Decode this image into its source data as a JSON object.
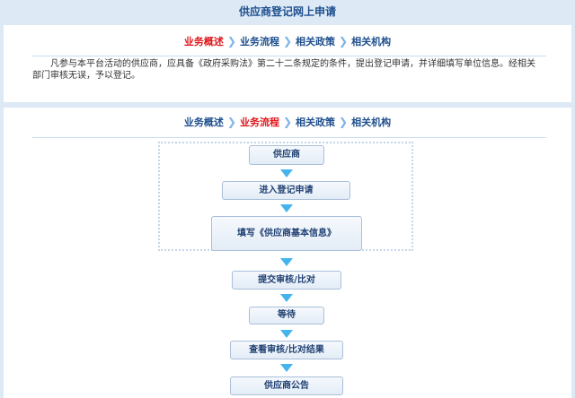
{
  "title": "供应商登记网上申请",
  "tabs": [
    "业务概述",
    "业务流程",
    "相关政策",
    "相关机构"
  ],
  "intro": "凡参与本平台活动的供应商，应具备《政府采购法》第二十二条规定的条件，提出登记申请，并详细填写单位信息。经相关部门审核无误，予以登记。",
  "flow": [
    "供应商",
    "进入登记申请",
    "填写《供应商基本信息》",
    "提交审核/比对",
    "等待",
    "查看审核/比对结果",
    "供应商公告"
  ],
  "colors": {
    "active_tab": "#e0161b",
    "tab": "#1e4f8e",
    "arrow": "#46b4ec"
  }
}
